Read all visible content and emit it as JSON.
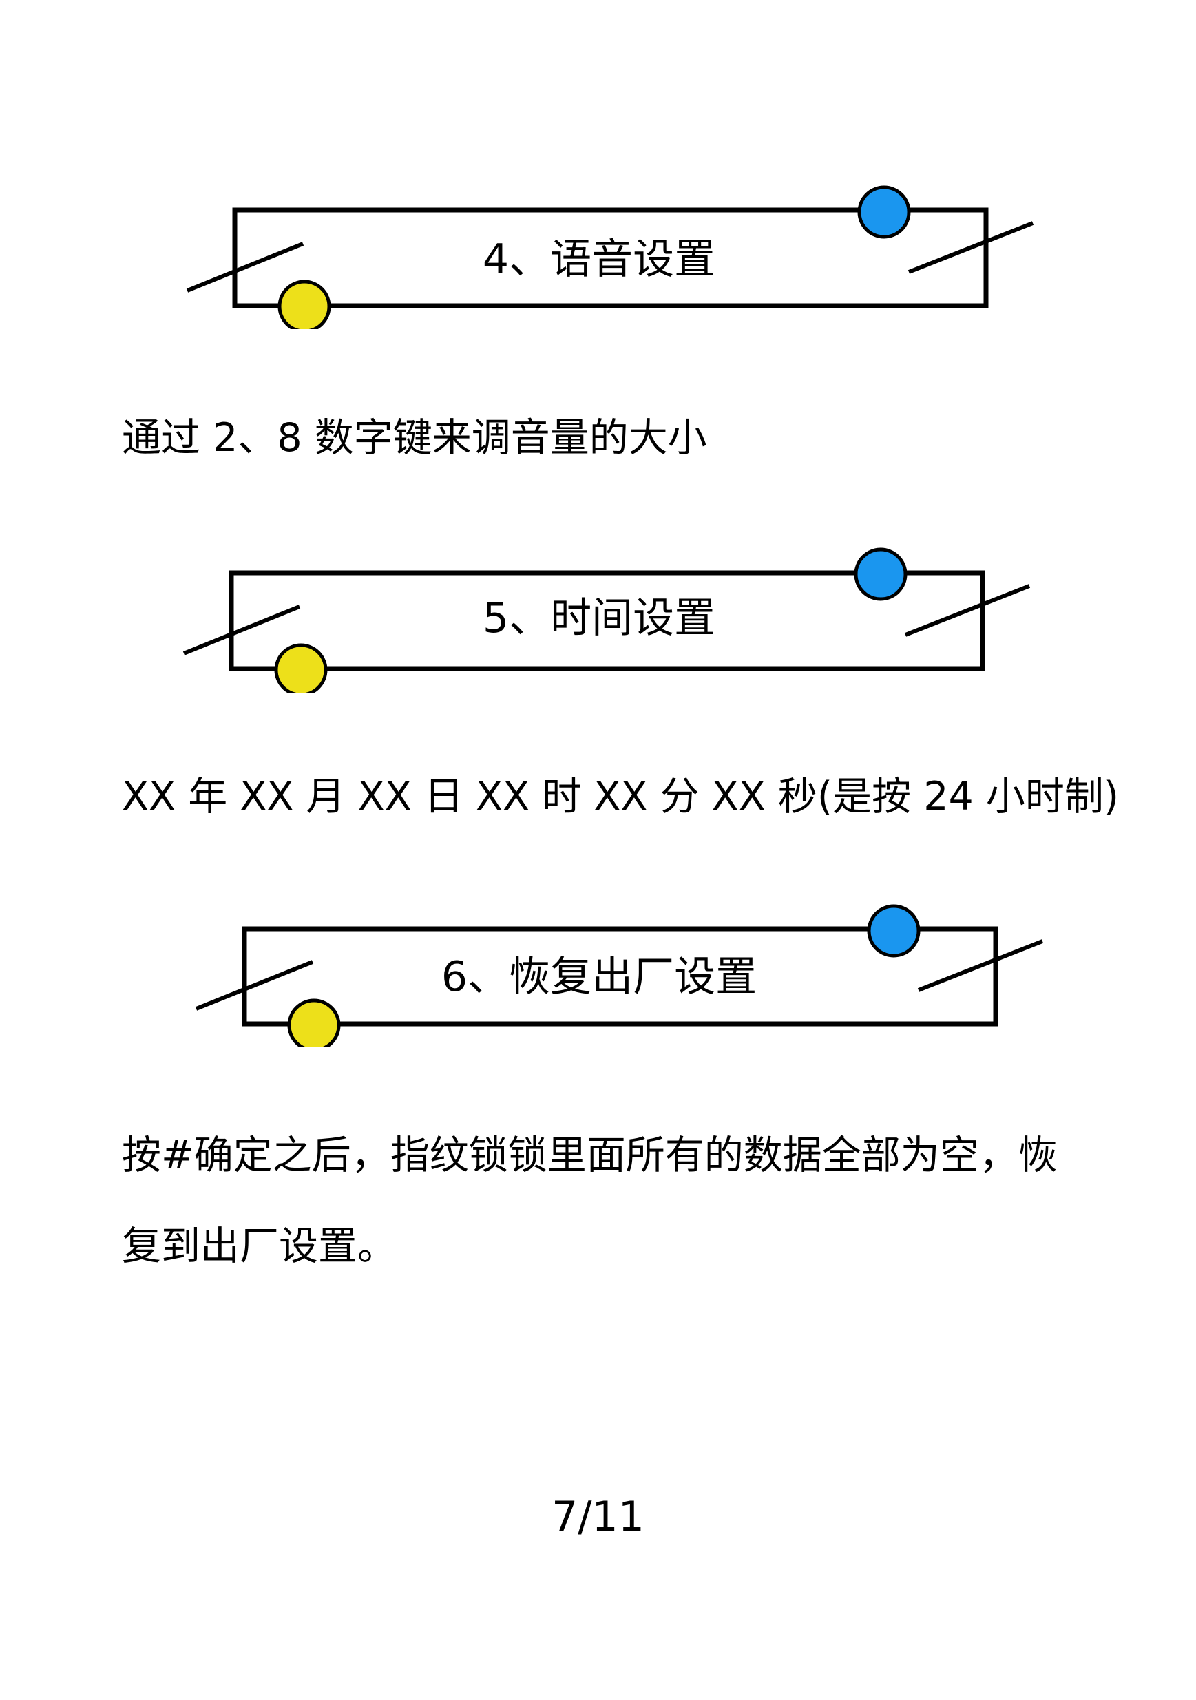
{
  "colors": {
    "blue": "#1a96ef",
    "yellow": "#ede01a",
    "stroke": "#000000"
  },
  "sections": [
    {
      "title": "4、语音设置",
      "body": [
        "通过 2、8 数字键来调音量的大小"
      ]
    },
    {
      "title": "5、时间设置",
      "body": [
        "XX 年 XX 月 XX 日 XX 时 XX 分 XX 秒(是按 24 小时制)"
      ]
    },
    {
      "title": "6、恢复出厂设置",
      "body": [
        "按#确定之后，指纹锁锁里面所有的数据全部为空，恢",
        "复到出厂设置。"
      ]
    }
  ],
  "page_number": "7/11"
}
